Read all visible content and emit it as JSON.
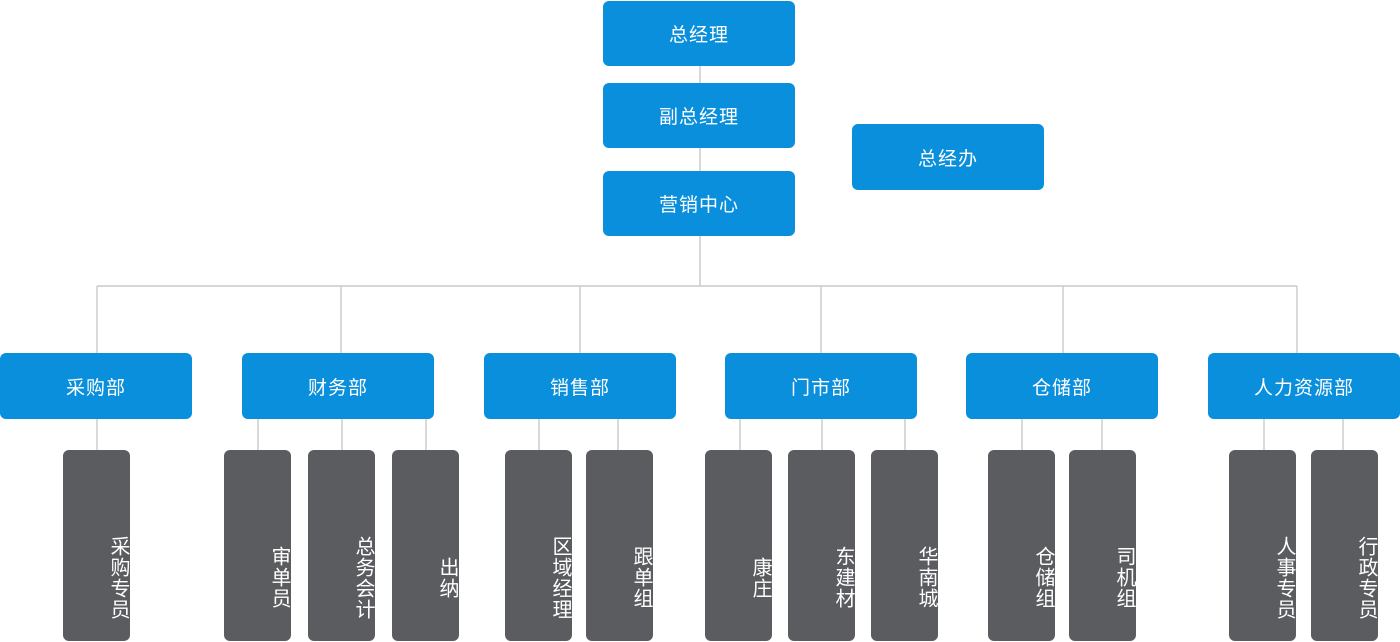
{
  "top": {
    "general_manager": "总经理",
    "deputy_manager": "副总经理",
    "marketing_center": "营销中心",
    "gm_office": "总经办"
  },
  "departments": [
    {
      "label": "采购部",
      "staff": [
        "采购专员"
      ]
    },
    {
      "label": "财务部",
      "staff": [
        "审单员",
        "总务会计",
        "出纳"
      ]
    },
    {
      "label": "销售部",
      "staff": [
        "区域经理",
        "跟单组"
      ]
    },
    {
      "label": "门市部",
      "staff": [
        "康庄",
        "东建材",
        "华南城"
      ]
    },
    {
      "label": "仓储部",
      "staff": [
        "仓储组",
        "司机组"
      ]
    },
    {
      "label": "人力资源部",
      "staff": [
        "人事专员",
        "行政专员"
      ]
    }
  ],
  "colors": {
    "node": "#0a8fdc",
    "staff": "#5b5c60",
    "line": "#c9c9c9"
  }
}
